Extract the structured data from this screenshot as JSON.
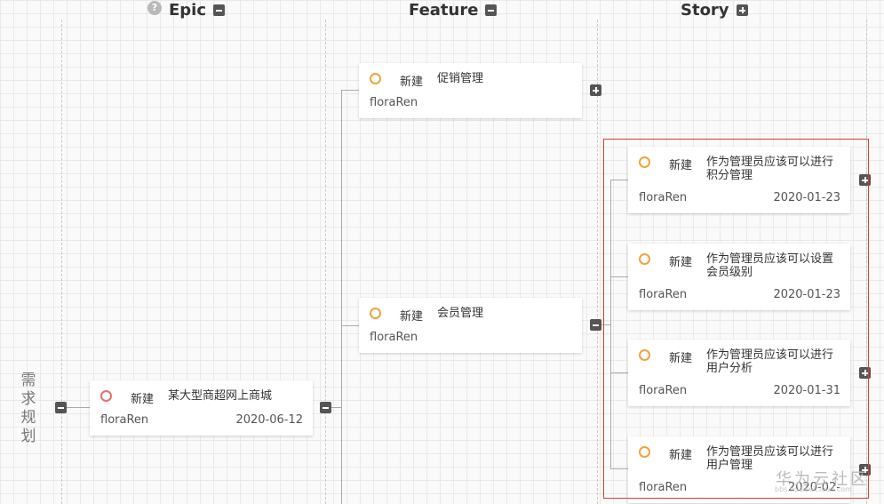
{
  "columns": {
    "epic": {
      "label": "Epic",
      "toggle": "collapse"
    },
    "feature": {
      "label": "Feature",
      "toggle": "collapse"
    },
    "story": {
      "label": "Story",
      "toggle": "expand"
    }
  },
  "sidebar": {
    "title": "需求规划"
  },
  "epic_card": {
    "status": "新建",
    "title": "某大型商超网上商城",
    "owner": "floraRen",
    "date": "2020-06-12"
  },
  "feature_cards": [
    {
      "status": "新建",
      "title": "促销管理",
      "owner": "floraRen"
    },
    {
      "status": "新建",
      "title": "会员管理",
      "owner": "floraRen"
    }
  ],
  "story_cards": [
    {
      "status": "新建",
      "title": "作为管理员应该可以进行积分管理",
      "owner": "floraRen",
      "date": "2020-01-23"
    },
    {
      "status": "新建",
      "title": "作为管理员应该可以设置会员级别",
      "owner": "floraRen",
      "date": "2020-01-23"
    },
    {
      "status": "新建",
      "title": "作为管理员应该可以进行用户分析",
      "owner": "floraRen",
      "date": "2020-01-31"
    },
    {
      "status": "新建",
      "title": "作为管理员应该可以进行用户管理",
      "owner": "floraRen",
      "date": "2020-02-"
    }
  ],
  "watermark": {
    "text": "华为云社区",
    "sub": "bbs.huaweicloud.com"
  },
  "colors": {
    "status_ring_orange": "#f0a33a",
    "status_ring_red": "#e96d6a",
    "highlight_border": "#e03a3a"
  }
}
